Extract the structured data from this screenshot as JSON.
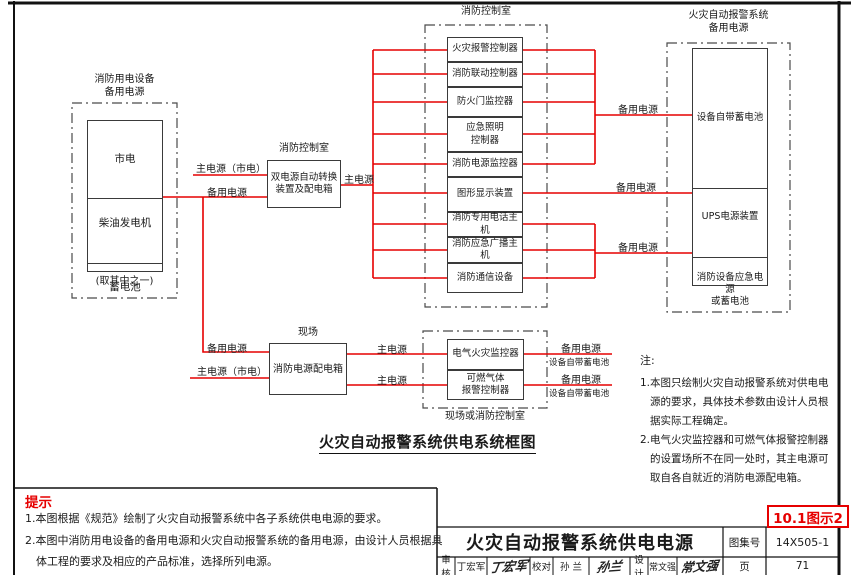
{
  "diagram": {
    "left_group": {
      "title": "消防用电设备\n备用电源",
      "cells": [
        "市电",
        "柴油发电机",
        "蓄电池"
      ],
      "note": "(取其中之一)"
    },
    "transfer": {
      "room_label": "消防控制室",
      "label": "双电源自动转换\n装置及配电箱"
    },
    "control_room": {
      "label": "消防控制室",
      "devices": [
        "火灾报警控制器",
        "消防联动控制器",
        "防火门监控器",
        "应急照明\n控制器",
        "消防电源监控器",
        "图形显示装置",
        "消防专用电话主机",
        "消防应急广播主机",
        "消防通信设备"
      ]
    },
    "backup_group": {
      "title": "火灾自动报警系统\n备用电源",
      "cells": [
        "设备自带蓄电池",
        "UPS电源装置",
        "消防设备应急电源\n或蓄电池"
      ]
    },
    "site": {
      "label": "现场",
      "dist_box": "消防电源配电箱",
      "monitors": [
        "电气火灾监控器",
        "可燃气体\n报警控制器"
      ],
      "location_label": "现场或消防控制室"
    },
    "wire_labels": {
      "main_mains": "主电源（市电）",
      "backup": "备用电源",
      "main": "主电源",
      "device_battery": "设备自带蓄电池"
    },
    "caption": "火灾自动报警系统供电系统框图",
    "notes": {
      "heading": "注:",
      "lines": [
        "1.本图只绘制火灾自动报警系统对供电电",
        "源的要求，具体技术参数由设计人员根",
        "据实际工程确定。",
        "2.电气火灾监控器和可燃气体报警控制器",
        "的设置场所不在同一处时，其主电源可",
        "取自各自就近的消防电源配电箱。"
      ]
    }
  },
  "tip": {
    "heading": "提示",
    "lines": [
      "1.本图根据《规范》绘制了火灾自动报警系统中各子系统供电电源的要求。",
      "2.本图中消防用电设备的备用电源和火灾自动报警系统的备用电源，由设计人员根据具",
      "体工程的要求及相应的产品标准，选择所列电源。"
    ]
  },
  "title_block": {
    "figure_ref": "10.1图示2",
    "title": "火灾自动报警系统供电电源",
    "atlas_label": "图集号",
    "atlas_no": "14X505-1",
    "page_label": "页",
    "page_no": "71",
    "review_label": "审核",
    "reviewer": "丁宏军",
    "reviewer_sig": "丁宏军",
    "check_label": "校对",
    "checker": "孙 兰",
    "checker_sig": "孙兰",
    "design_label": "设计",
    "designer": "常文强",
    "designer_sig": "常文强"
  },
  "colors": {
    "wire_red": "#e60000",
    "accent_red": "#e60000",
    "ink": "#1a1a1a"
  }
}
